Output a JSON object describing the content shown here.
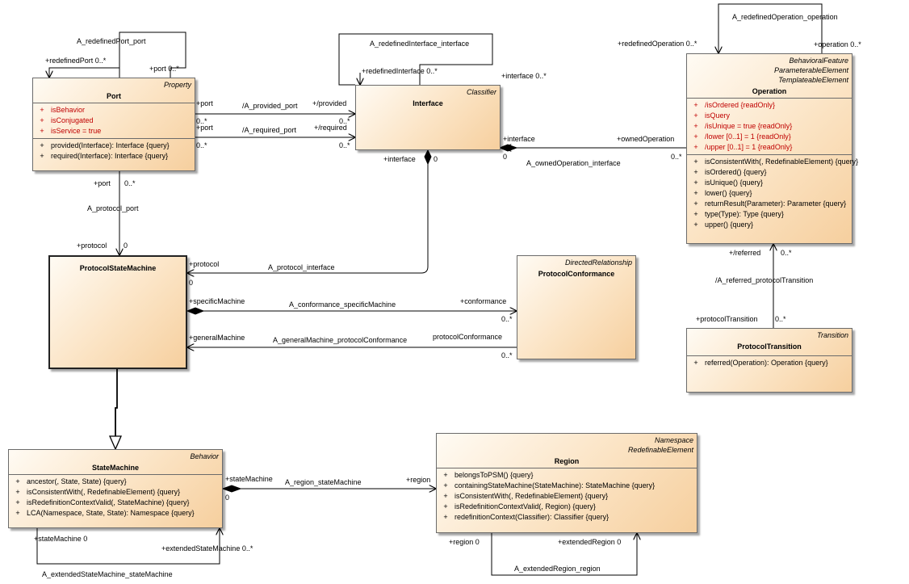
{
  "classes": {
    "port": {
      "stereotype": "Property",
      "name": "Port",
      "attributes": [
        "isBehavior",
        "isConjugated",
        "isService = true"
      ],
      "operations": [
        "provided(Interface): Interface {query}",
        "required(Interface): Interface {query}"
      ]
    },
    "interface": {
      "stereotype": "Classifier",
      "name": "Interface"
    },
    "operation": {
      "stereotype_lines": [
        "BehavioralFeature",
        "ParameterableElement",
        "TemplateableElement"
      ],
      "name": "Operation",
      "attributes": [
        "/isOrdered {readOnly}",
        "isQuery",
        "/isUnique = true {readOnly}",
        "/lower [0..1] = 1 {readOnly}",
        "/upper [0..1] = 1 {readOnly}"
      ],
      "operations": [
        "isConsistentWith(, RedefinableElement) {query}",
        "isOrdered() {query}",
        "isUnique() {query}",
        "lower() {query}",
        "returnResult(Parameter): Parameter {query}",
        "type(Type): Type {query}",
        "upper() {query}"
      ]
    },
    "protocol_state_machine": {
      "name": "ProtocolStateMachine"
    },
    "protocol_conformance": {
      "stereotype": "DirectedRelationship",
      "name": "ProtocolConformance"
    },
    "protocol_transition": {
      "stereotype": "Transition",
      "name": "ProtocolTransition",
      "operations": [
        "referred(Operation): Operation {query}"
      ]
    },
    "state_machine": {
      "stereotype": "Behavior",
      "name": "StateMachine",
      "operations": [
        "ancestor(, State, State) {query}",
        "isConsistentWith(, RedefinableElement) {query}",
        "isRedefinitionContextValid(, StateMachine) {query}",
        "LCA(Namespace, State, State): Namespace {query}"
      ]
    },
    "region": {
      "stereotype_lines": [
        "Namespace",
        "RedefinableElement"
      ],
      "name": "Region",
      "operations": [
        "belongsToPSM() {query}",
        "containingStateMachine(StateMachine): StateMachine {query}",
        "isConsistentWith(, RedefinableElement) {query}",
        "isRedefinitionContextValid(, Region) {query}",
        "redefinitionContext(Classifier): Classifier {query}"
      ]
    }
  },
  "visibility_symbol": "+",
  "labels": {
    "a_redefined_port_port": "A_redefinedPort_port",
    "redefined_port_role": "+redefinedPort 0..*",
    "port_role": "+port 0..*",
    "a_redefined_interface_interface": "A_redefinedInterface_interface",
    "redefined_interface_role": "+redefinedInterface 0..*",
    "interface_role_top": "+interface 0..*",
    "a_redefined_operation_operation": "A_redefinedOperation_operation",
    "redefined_operation_role": "+redefinedOperation 0..*",
    "operation_role": "+operation 0..*",
    "port_end_provided": "+port",
    "mult_port_provided": "0..*",
    "a_provided_port": "/A_provided_port",
    "provided_role": "+/provided",
    "mult_provided": "0..*",
    "port_end_required": "+port",
    "mult_port_required": "0..*",
    "a_required_port": "/A_required_port",
    "required_role": "+/required",
    "mult_required": "0..*",
    "interface_end_owned_op": "+interface",
    "mult_interface_owned_op": "0",
    "owned_operation_role": "+ownedOperation",
    "mult_owned_operation": "0..*",
    "a_owned_operation_interface": "A_ownedOperation_interface",
    "interface_end_protocol": "+interface",
    "mult_interface_protocol": "0",
    "port_end_protocol": "+port",
    "mult_port_protocol": "0..*",
    "a_protocol_port": "A_protocol_port",
    "protocol_role_port": "+protocol",
    "mult_protocol_port": "0",
    "protocol_role_interface": "+protocol",
    "mult_protocol_interface": "0",
    "a_protocol_interface": "A_protocol_interface",
    "specific_machine_role": "+specificMachine",
    "a_conformance_specific_machine": "A_conformance_specificMachine",
    "conformance_role": "+conformance",
    "mult_conformance": "0..*",
    "general_machine_role": "+generalMachine",
    "a_general_machine_protocol_conformance": "A_generalMachine_protocolConformance",
    "protocol_conformance_role": "protocolConformance",
    "mult_protocol_conformance": "0..*",
    "referred_role": "+/referred",
    "mult_referred": "0..*",
    "a_referred_protocol_transition": "/A_referred_protocolTransition",
    "protocol_transition_role": "+protocolTransition",
    "mult_protocol_transition": "0..*",
    "state_machine_role_region": "+stateMachine",
    "mult_state_machine_region": "0",
    "a_region_state_machine": "A_region_stateMachine",
    "region_role": "+region",
    "state_machine_role_extended": "+stateMachine 0",
    "extended_state_machine_role": "+extendedStateMachine 0..*",
    "a_extended_state_machine_state_machine": "A_extendedStateMachine_stateMachine",
    "region_role_extended": "+region 0",
    "extended_region_role": "+extendedRegion 0",
    "a_extended_region_region": "A_extendedRegion_region"
  }
}
